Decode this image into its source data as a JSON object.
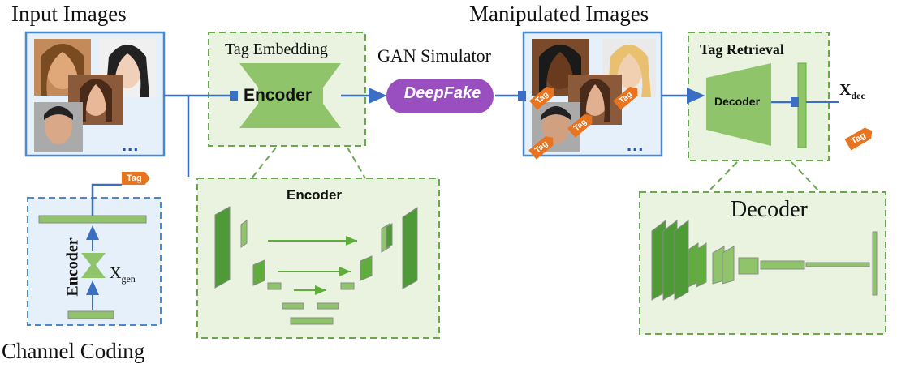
{
  "labels": {
    "input_images": "Input Images",
    "manipulated_images": "Manipulated  Images",
    "gan_simulator": "GAN Simulator",
    "channel_coding": "Channel Coding",
    "tag_embedding": "Tag Embedding",
    "tag_retrieval": "Tag Retrieval",
    "encoder_main": "Encoder",
    "decoder_main": "Decoder",
    "encoder_zoom": "Encoder",
    "decoder_zoom": "Decoder",
    "encoder_channel": "Encoder",
    "deepfake": "DeepFake",
    "x_dec_base": "X",
    "x_dec_sub": "dec",
    "x_gen_base": "X",
    "x_gen_sub": "gen",
    "tag": "Tag",
    "ellipsis": "..."
  },
  "colors": {
    "flow_arrow": "#3a6fc4",
    "panel_blue_border": "#4a88d0",
    "panel_blue_fill": "#e6f0fa",
    "panel_green_border": "#6aa84f",
    "panel_green_fill": "#e9f3df",
    "block_green": "#8fc46a",
    "block_dark_green": "#3e8a2e",
    "deepfake_purple": "#9a4fc0",
    "tag_orange": "#e8741f"
  }
}
